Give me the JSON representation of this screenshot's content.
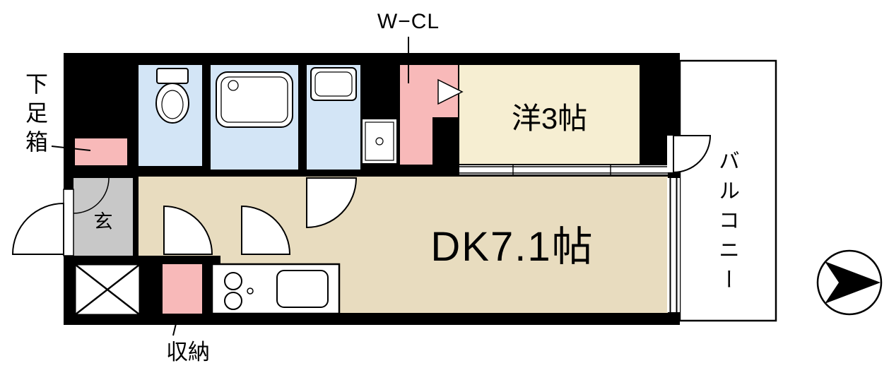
{
  "plan": {
    "type": "apartment-floor-plan"
  },
  "labels": {
    "wcl": "W−CL",
    "shoebox": "下足箱",
    "storage": "収納",
    "genkan": "玄"
  },
  "rooms": {
    "western": "洋3帖",
    "dk": "DK7.1帖",
    "balcony": "バルコニー"
  },
  "colors": {
    "wall": "#000000",
    "line": "#000000",
    "paper": "#ffffff",
    "water_area": "#d3e5f6",
    "closet_pink": "#f8b9b9",
    "dk_floor": "#e8dcbf",
    "western_floor": "#f6eed2",
    "genkan_gray": "#c8c8c8"
  },
  "icons": {
    "north_arrow": "circle-with-filled-arrow",
    "elevator": "box-with-x-cross",
    "toilet": "tank-and-bowl",
    "bathtub": "rounded-tub",
    "sink": "vanity-basin",
    "washer_pan": "double-square-pan",
    "kitchen": "counter-sink-and-burners"
  }
}
